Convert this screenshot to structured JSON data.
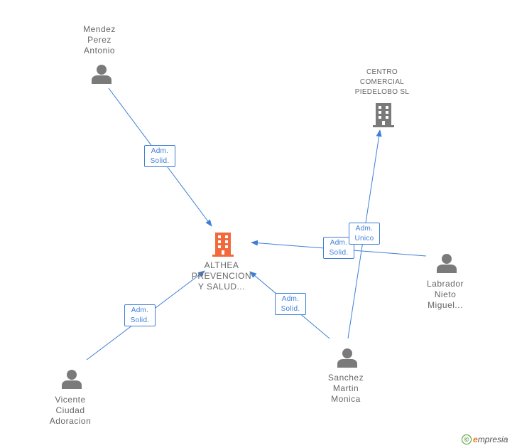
{
  "nodes": {
    "mendez": {
      "lines": [
        "Mendez",
        "Perez",
        "Antonio"
      ]
    },
    "centro": {
      "lines": [
        "CENTRO",
        "COMERCIAL",
        "PIEDELOBO SL"
      ]
    },
    "althea": {
      "lines": [
        "ALTHEA",
        "PREVENCION",
        "Y SALUD..."
      ]
    },
    "labrador": {
      "lines": [
        "Labrador",
        "Nieto",
        "Miguel..."
      ]
    },
    "sanchez": {
      "lines": [
        "Sanchez",
        "Martin",
        "Monica"
      ]
    },
    "vicente": {
      "lines": [
        "Vicente",
        "Ciudad",
        "Adoracion"
      ]
    }
  },
  "edges": {
    "mendez_althea": {
      "line1": "Adm.",
      "line2": "Solid."
    },
    "vicente_althea": {
      "line1": "Adm.",
      "line2": "Solid."
    },
    "sanchez_althea": {
      "line1": "Adm.",
      "line2": "Solid."
    },
    "labrador_althea": {
      "line1": "Adm.",
      "line2": "Solid."
    },
    "sanchez_centro": {
      "line1": "Adm.",
      "line2": "Unico"
    }
  },
  "colors": {
    "edge": "#3f7fd5",
    "person_icon": "#7a7a7a",
    "company_icon": "#7a7a7a",
    "main_company_icon": "#f26a3c"
  },
  "footer": {
    "copyright": "©",
    "brand_initial": "e",
    "brand_rest": "mpresia"
  }
}
